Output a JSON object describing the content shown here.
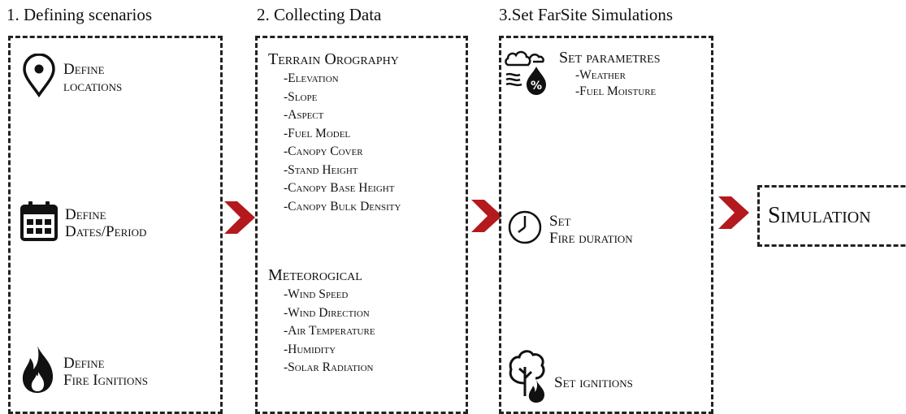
{
  "stage1": {
    "title": "1. Defining scenarios",
    "items": [
      {
        "icon": "location-pin-icon",
        "line1": "Define",
        "line2": "locations"
      },
      {
        "icon": "calendar-icon",
        "line1": "Define",
        "line2": "Dates/Period"
      },
      {
        "icon": "fire-icon",
        "line1": "Define",
        "line2": "Fire Ignitions"
      }
    ]
  },
  "stage2": {
    "title": "2. Collecting Data",
    "terrain": {
      "heading": "Terrain Orography",
      "items": [
        "-Elevation",
        "-Slope",
        "-Aspect",
        "-Fuel Model",
        "-Canopy Cover",
        "-Stand Height",
        "-Canopy Base Height",
        "-Canopy Bulk Density"
      ]
    },
    "meteo": {
      "heading": "Meteorogical",
      "items": [
        "-Wind Speed",
        "-Wind Direction",
        "-Air Temperature",
        "-Humidity",
        "-Solar Radiation"
      ]
    }
  },
  "stage3": {
    "title": "3.Set FarSite Simulations",
    "params": {
      "heading": "Set parametres",
      "items": [
        "-Weather",
        "-Fuel Moisture"
      ],
      "icon": "weather-humidity-icon"
    },
    "duration": {
      "line1": "Set",
      "line2": "Fire duration",
      "icon": "clock-icon"
    },
    "ignitions": {
      "label": "Set ignitions",
      "icon": "tree-fire-icon"
    }
  },
  "final": {
    "label": "Simulation"
  },
  "colors": {
    "arrow": "#b3191d",
    "border": "#222222"
  }
}
